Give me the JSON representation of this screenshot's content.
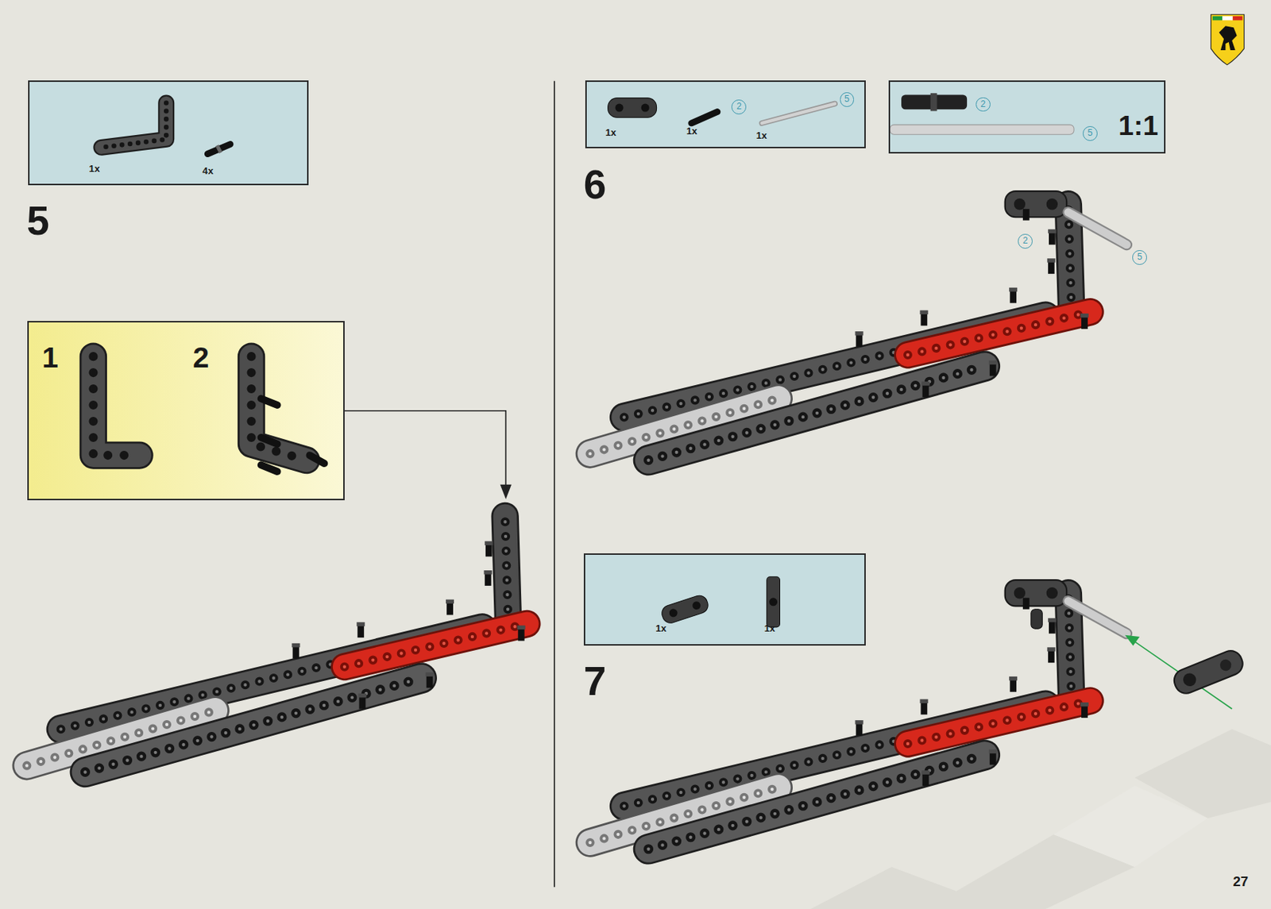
{
  "diagram": {
    "nodes": [
      {
        "text": [
          "1x",
          "4x"
        ]
      },
      {
        "text": [
          "1",
          "2"
        ]
      },
      {
        "text": [
          "1x",
          "1x",
          "2",
          "1x",
          "5"
        ]
      },
      {
        "text": [
          "2",
          "5",
          "1:1"
        ]
      },
      {
        "text": [
          "1x",
          "1x"
        ]
      }
    ],
    "labels": [
      "5",
      "6",
      "2",
      "5",
      "7",
      "27"
    ]
  }
}
